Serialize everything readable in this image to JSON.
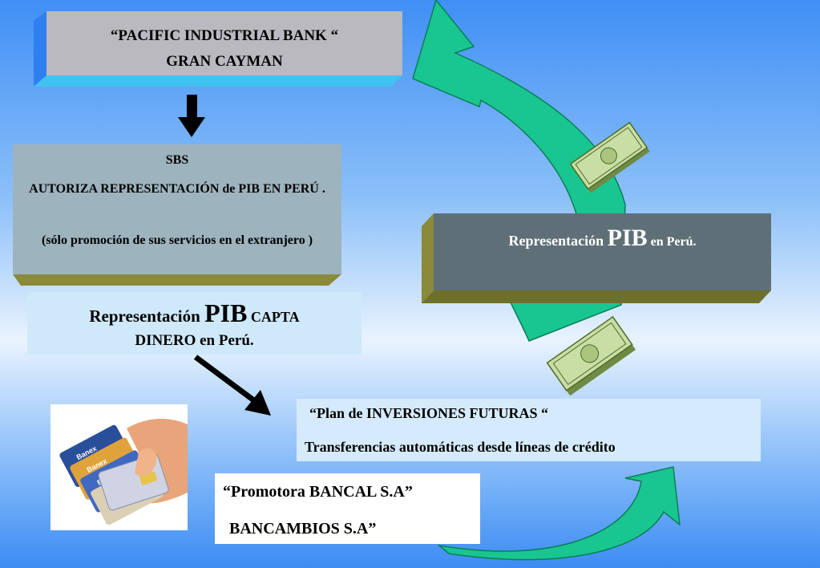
{
  "boxes": {
    "pib": {
      "line1": "“PACIFIC INDUSTRIAL BANK “",
      "line2": "GRAN CAYMAN"
    },
    "sbs": {
      "title": "SBS",
      "line1": "AUTORIZA  REPRESENTACIÓN de PIB EN PERÚ .",
      "line2": "(sólo promoción de sus servicios en el extranjero )"
    },
    "rep": {
      "pre": "Representación ",
      "big": "PIB",
      "post": " en Perú."
    },
    "capta": {
      "pre": "Representación ",
      "big": "PIB",
      "post": " CAPTA",
      "line2": "DINERO en Perú."
    },
    "plan": {
      "line1": "“Plan de INVERSIONES FUTURAS “",
      "line2": "Transferencias  automáticas desde líneas de crédito"
    },
    "promo": {
      "line1": "“Promotora BANCAL S.A”",
      "line2": "BANCAMBIOS  S.A”"
    }
  },
  "cards": {
    "brand": "Banex"
  },
  "icons": [
    "down-arrow-icon",
    "diagonal-arrow-icon",
    "curved-arrow-icon",
    "money-stack-icon",
    "credit-cards-icon"
  ],
  "colors": {
    "arrow_green": "#18c790",
    "pib_box": "#b9b9bf",
    "sbs_box": "#9db3bd",
    "rep_box": "#5f6f77",
    "box_shadow_olive": "#8a8a3a",
    "box_shadow_cyan": "#42c2f1"
  }
}
